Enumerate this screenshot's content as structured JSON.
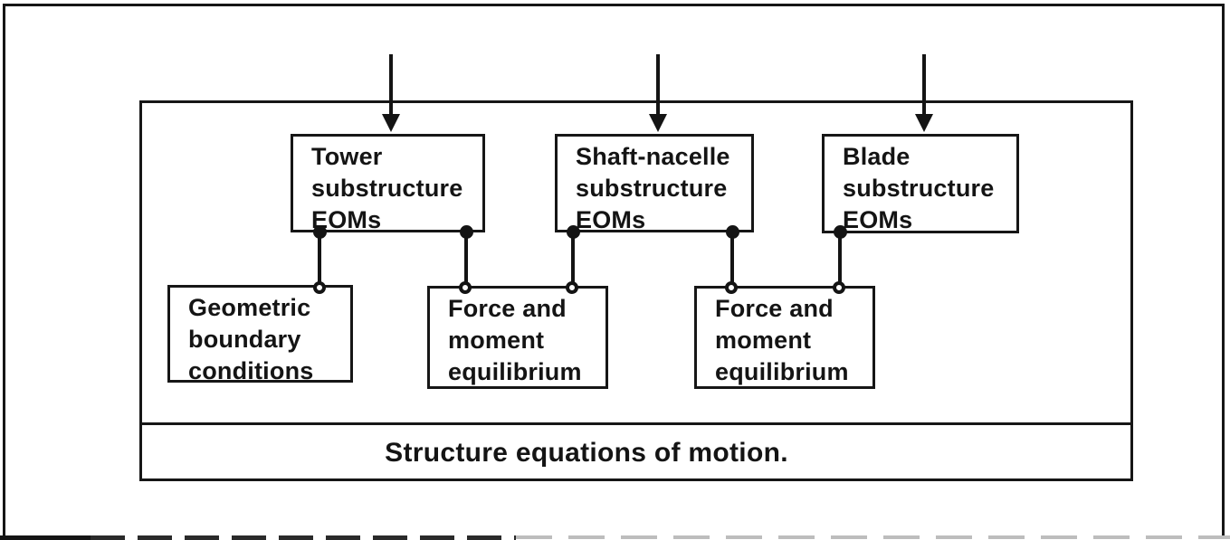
{
  "figure": {
    "colors": {
      "ink": "#141414",
      "paper": "#ffffff"
    },
    "caption": "Structure equations of motion.",
    "top_boxes": [
      {
        "name": "tower-substructure-eoms",
        "lines": [
          "Tower",
          "substructure",
          "EOMs"
        ]
      },
      {
        "name": "shaft-nacelle-substructure-eoms",
        "lines": [
          "Shaft-nacelle",
          "substructure",
          "EOMs"
        ]
      },
      {
        "name": "blade-substructure-eoms",
        "lines": [
          "Blade",
          "substructure",
          "EOMs"
        ]
      }
    ],
    "constraint_boxes": [
      {
        "name": "geometric-boundary-conditions",
        "lines": [
          "Geometric",
          "boundary",
          "conditions"
        ]
      },
      {
        "name": "force-moment-equilibrium-1",
        "lines": [
          "Force and",
          "moment",
          "equilibrium"
        ]
      },
      {
        "name": "force-moment-equilibrium-2",
        "lines": [
          "Force and",
          "moment",
          "equilibrium"
        ]
      }
    ]
  }
}
